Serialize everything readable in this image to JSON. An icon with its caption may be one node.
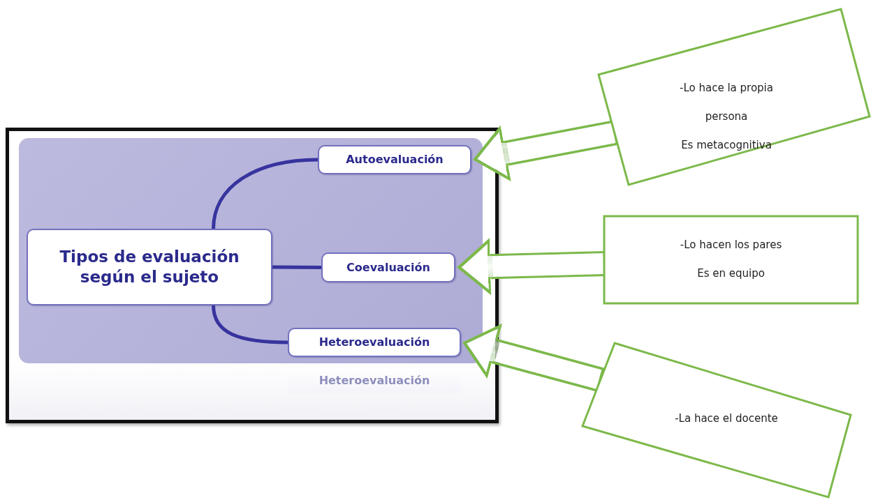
{
  "diagram": {
    "nodes": [
      {
        "text": [
          "Tipos de evaluación según el sujeto"
        ]
      },
      {
        "text": [
          "Autoevaluación"
        ]
      },
      {
        "text": [
          "Coevaluación"
        ]
      },
      {
        "text": [
          "Heteroevaluación"
        ]
      },
      {
        "text": [
          "-Lo hace la propia persona",
          "Es metacognitiva"
        ]
      },
      {
        "text": [
          "-Lo hacen los pares",
          "Es en equipo"
        ]
      },
      {
        "text": [
          "-La hace el docente"
        ]
      }
    ],
    "edges": [
      {
        "from": 0,
        "to": 1,
        "arrow": "none"
      },
      {
        "from": 0,
        "to": 2,
        "arrow": "none"
      },
      {
        "from": 0,
        "to": 3,
        "arrow": "none"
      },
      {
        "from": 4,
        "to": 1,
        "arrow": "to",
        "style": "thick",
        "color": "#7cb94a"
      },
      {
        "from": 5,
        "to": 2,
        "arrow": "to",
        "style": "thick",
        "color": "#7cb94a"
      },
      {
        "from": 6,
        "to": 3,
        "arrow": "to",
        "style": "thick",
        "color": "#7cb94a"
      }
    ],
    "labels": [
      "Heteroevaluación"
    ]
  }
}
